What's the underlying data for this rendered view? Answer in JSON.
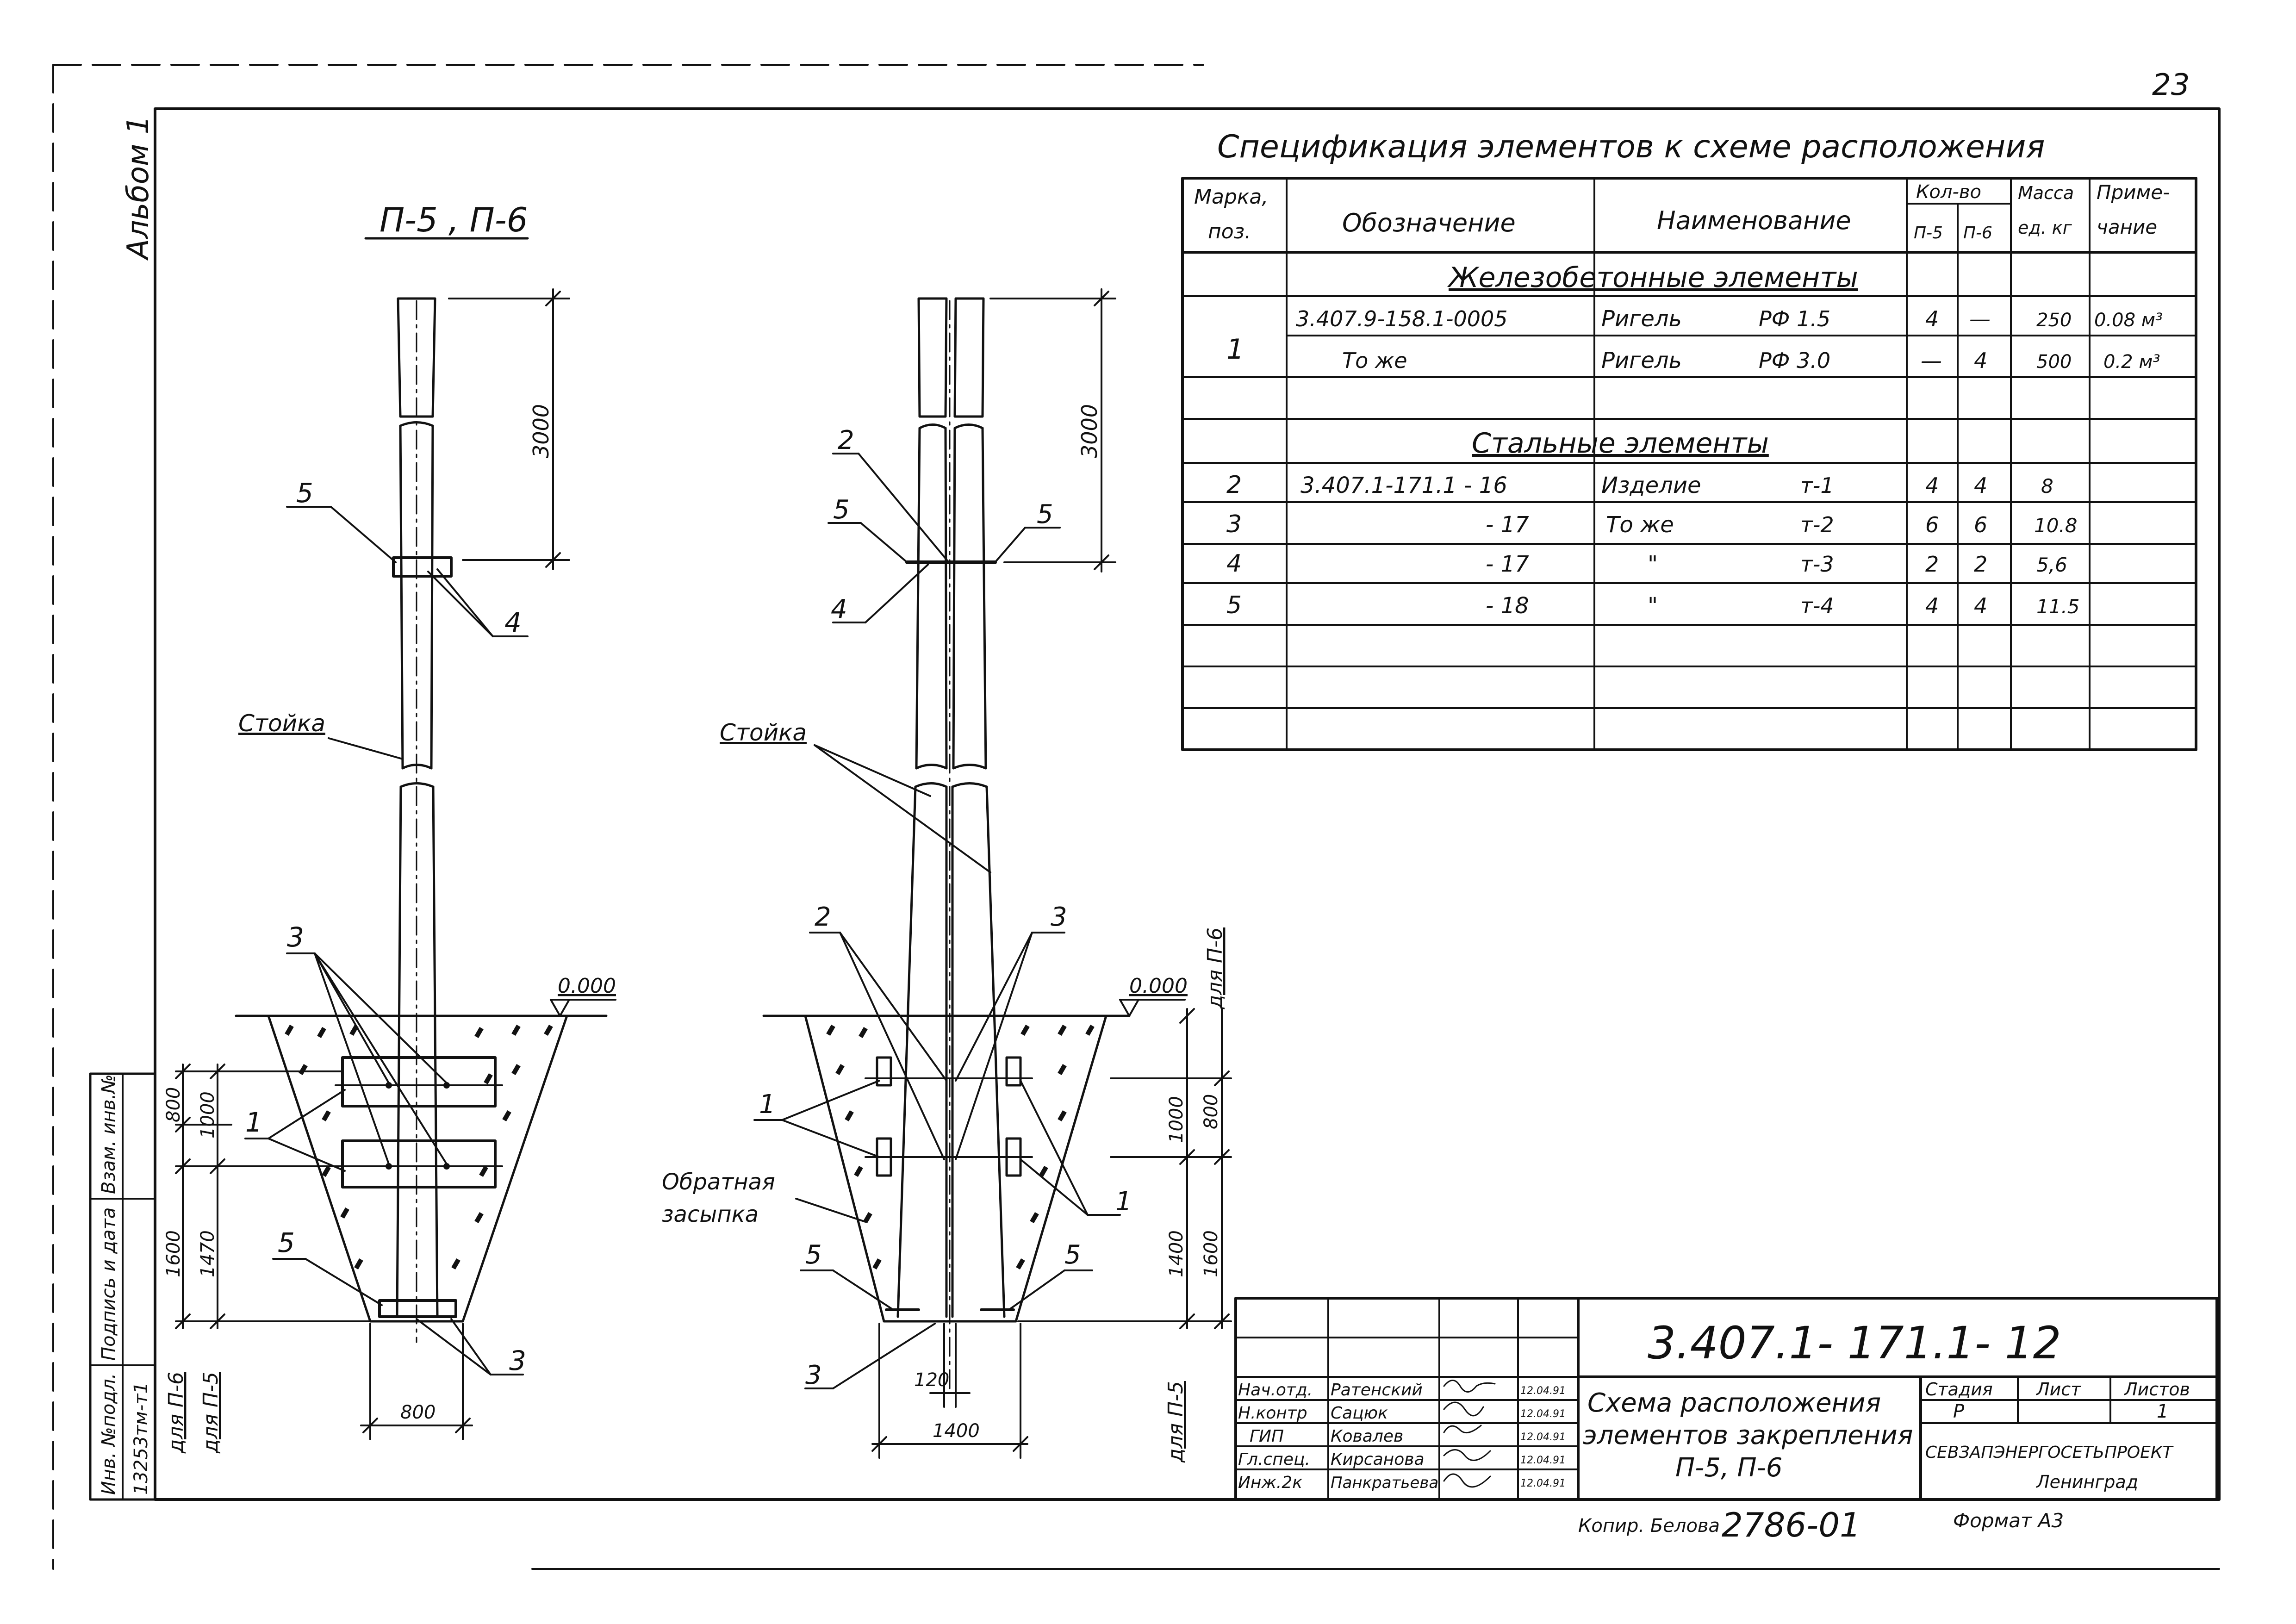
{
  "sheet": {
    "page_number": "23",
    "album": "Альбом 1",
    "copied_by": "Копир. Белова",
    "copy_number": "2786-01",
    "format": "Формат А3"
  },
  "spec": {
    "title": "Спецификация элементов к схеме расположения",
    "headers": {
      "mark_1": "Марка,",
      "mark_2": "поз.",
      "designation": "Обозначение",
      "name": "Наименование",
      "qty": "Кол-во",
      "qty_p5": "П-5",
      "qty_p6": "П-6",
      "mass_1": "Масса",
      "mass_2": "ед. кг",
      "note_1": "Приме-",
      "note_2": "чание"
    },
    "section_concrete": "Железобетонные элементы",
    "section_steel": "Стальные элементы",
    "rows": [
      {
        "mark": "1",
        "designation": "3.407.9-158.1-0005",
        "name": "Ригель",
        "type": "РФ 1.5",
        "p5": "4",
        "p6": "—",
        "mass": "250",
        "note": "0.08 м³"
      },
      {
        "mark": "",
        "designation": "То же",
        "name": "Ригель",
        "type": "РФ 3.0",
        "p5": "—",
        "p6": "4",
        "mass": "500",
        "note": "0.2 м³"
      },
      {
        "mark": "2",
        "designation": "3.407.1-171.1 - 16",
        "name": "Изделие",
        "type": "т-1",
        "p5": "4",
        "p6": "4",
        "mass": "8",
        "note": ""
      },
      {
        "mark": "3",
        "designation": "- 17",
        "name": "То же",
        "type": "т-2",
        "p5": "6",
        "p6": "6",
        "mass": "10.8",
        "note": ""
      },
      {
        "mark": "4",
        "designation": "- 17",
        "name": "\"",
        "type": "т-3",
        "p5": "2",
        "p6": "2",
        "mass": "5,6",
        "note": ""
      },
      {
        "mark": "5",
        "designation": "- 18",
        "name": "\"",
        "type": "т-4",
        "p5": "4",
        "p6": "4",
        "mass": "11.5",
        "note": ""
      }
    ]
  },
  "left_view": {
    "title": "П-5 , П-6",
    "label_post": "Стойка",
    "ground_level": "0.000",
    "dim_top": "3000",
    "dim_800": "800",
    "dim_1000": "1000",
    "dim_1600": "1600",
    "dim_1470": "1470",
    "dim_bottom": "800",
    "for_p6": "для П-6",
    "for_p5": "для П-5",
    "callout_5a": "5",
    "callout_4": "4",
    "callout_3a": "3",
    "callout_1": "1",
    "callout_5b": "5",
    "callout_3b": "3"
  },
  "right_view": {
    "label_post": "Стойка",
    "label_backfill_1": "Обратная",
    "label_backfill_2": "засыпка",
    "ground_level": "0.000",
    "for_p6": "для П-6",
    "for_p5": "для П-5",
    "dim_top": "3000",
    "dim_1000": "1000",
    "dim_800": "800",
    "dim_1400": "1400",
    "dim_1600": "1600",
    "dim_120": "120",
    "dim_1400b": "1400",
    "callout_2a": "2",
    "callout_5a": "5",
    "callout_5b": "5",
    "callout_4": "4",
    "callout_2b": "2",
    "callout_3a": "3",
    "callout_1a": "1",
    "callout_1b": "1",
    "callout_5c": "5",
    "callout_5d": "5",
    "callout_3b": "3"
  },
  "left_strip": {
    "inv_orig": "Инв. №подл.",
    "sign_date": "Подпись и дата",
    "replace_inv": "Взам. инв.№",
    "inv_number": "13253тм-т1"
  },
  "title_block": {
    "doc_code": "3.407.1- 171.1- 12",
    "title_1": "Схема расположения",
    "title_2": "элементов закрепления",
    "title_3": "П-5, П-6",
    "stage_label": "Стадия",
    "sheet_label": "Лист",
    "sheets_label": "Листов",
    "stage": "Р",
    "sheet": "",
    "sheets": "1",
    "org_1": "СЕВЗАПЭНЕРГОСЕТЬПРОЕКТ",
    "org_2": "Ленинград",
    "staff": [
      {
        "role": "Нач.отд.",
        "name": "Ратенский",
        "date": "12.04.91"
      },
      {
        "role": "Н.контр",
        "name": "Сацюк",
        "date": "12.04.91"
      },
      {
        "role": "ГИП",
        "name": "Ковалев",
        "date": "12.04.91"
      },
      {
        "role": "Гл.спец.",
        "name": "Кирсанова",
        "date": "12.04.91"
      },
      {
        "role": "Инж.2к",
        "name": "Панкратьева",
        "date": "12.04.91"
      }
    ]
  }
}
